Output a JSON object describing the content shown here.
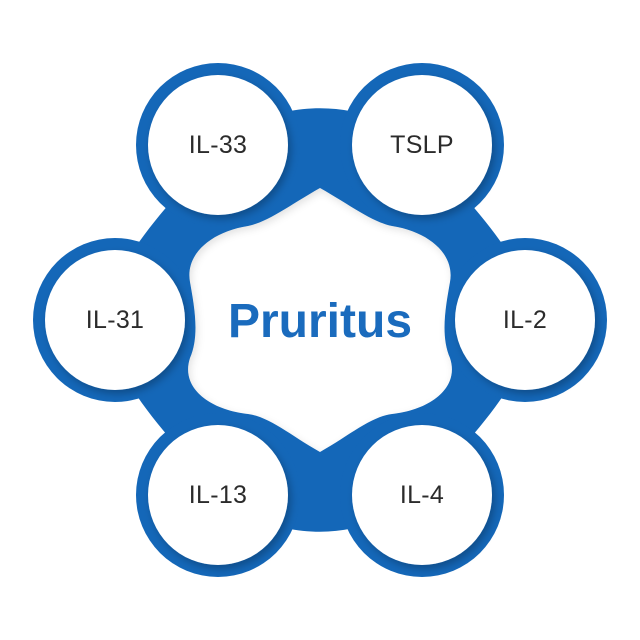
{
  "diagram": {
    "center": {
      "label": "Pruritus"
    },
    "nodes": [
      {
        "id": "il33",
        "label": "IL-33"
      },
      {
        "id": "tslp",
        "label": "TSLP"
      },
      {
        "id": "il2",
        "label": "IL-2"
      },
      {
        "id": "il4",
        "label": "IL-4"
      },
      {
        "id": "il13",
        "label": "IL-13"
      },
      {
        "id": "il31",
        "label": "IL-31"
      }
    ],
    "colors": {
      "ring": "#1467b8",
      "ring_dark": "#0f58a0",
      "fill": "#ffffff",
      "center_text": "#1a6bbd",
      "node_text": "#2b2b2b"
    }
  }
}
